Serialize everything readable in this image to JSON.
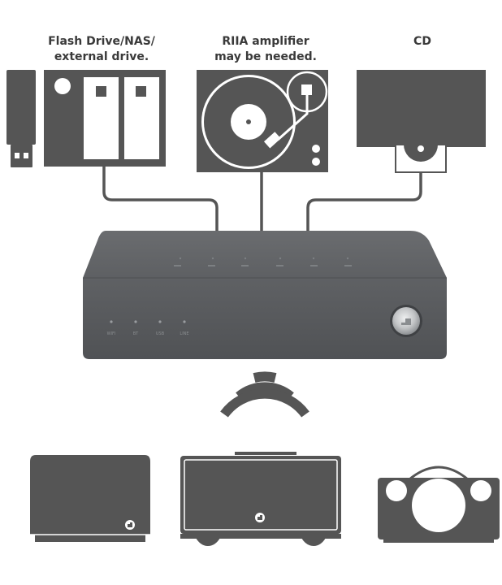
{
  "sources": [
    {
      "line1": "Flash Drive/NAS/",
      "line2": "external drive."
    },
    {
      "line1": "RIIA amplifier",
      "line2": "may be needed."
    },
    {
      "line1": "CD",
      "line2": ""
    }
  ],
  "device": {
    "indicators": [
      "WIFI",
      "BT",
      "USB",
      "LINE"
    ]
  },
  "colors": {
    "icon_fill": "#555555",
    "device_body": "#5b5d60",
    "device_top": "#636568",
    "label_text": "#3a3a3a",
    "knob": "#c9cbcd"
  }
}
